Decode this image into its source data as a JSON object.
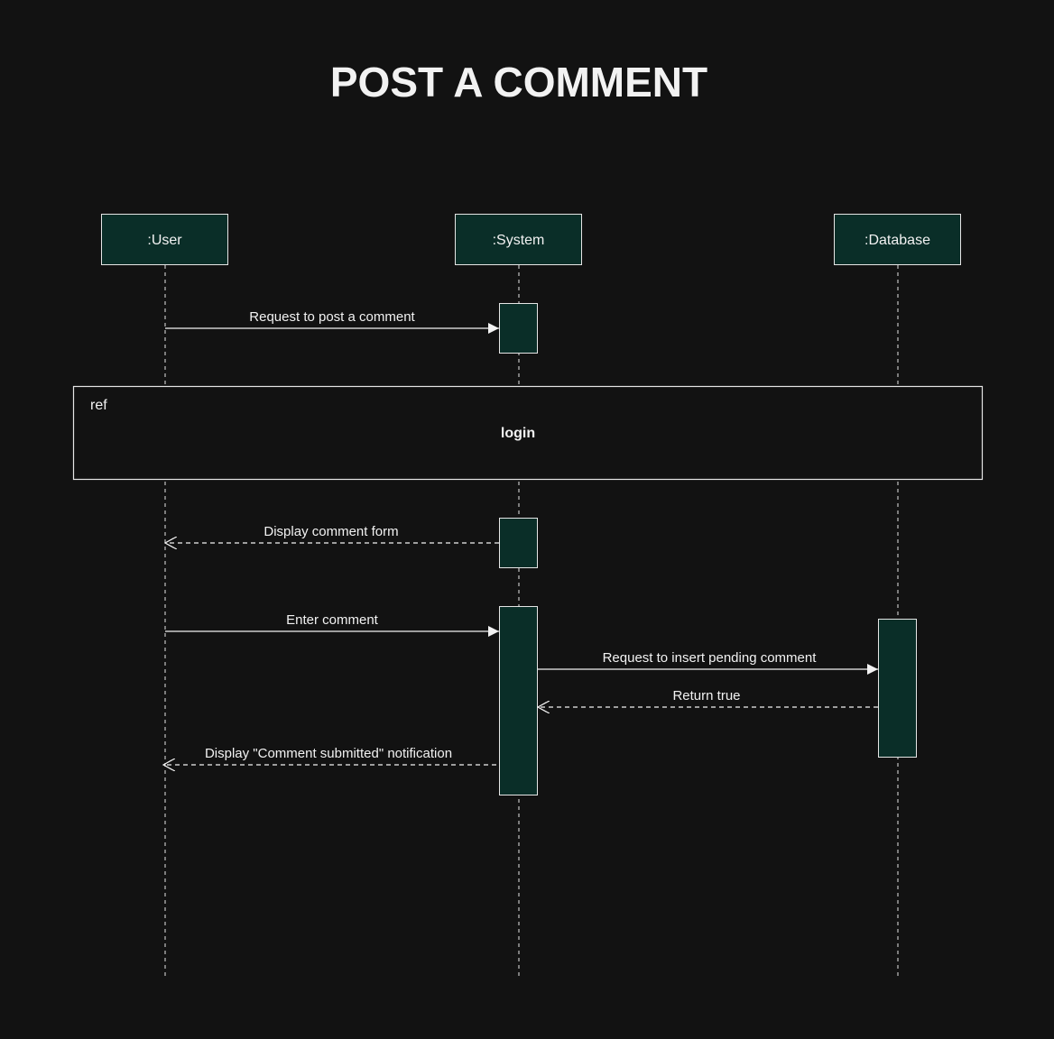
{
  "title": "POST A COMMENT",
  "colors": {
    "background": "#121212",
    "box_fill": "#0a2e28",
    "stroke": "#e6e6e6",
    "text": "#f2f2f2"
  },
  "participants": [
    {
      "id": "user",
      "label": ":User"
    },
    {
      "id": "system",
      "label": ":System"
    },
    {
      "id": "database",
      "label": ":Database"
    }
  ],
  "messages": [
    {
      "id": "m1",
      "label": "Request to post a comment",
      "from": "user",
      "to": "system",
      "kind": "sync"
    },
    {
      "id": "m2",
      "label": "Display comment form",
      "from": "system",
      "to": "user",
      "kind": "return"
    },
    {
      "id": "m3",
      "label": "Enter comment",
      "from": "user",
      "to": "system",
      "kind": "sync"
    },
    {
      "id": "m4",
      "label": "Request to insert pending comment",
      "from": "system",
      "to": "database",
      "kind": "sync"
    },
    {
      "id": "m5",
      "label": "Return true",
      "from": "database",
      "to": "system",
      "kind": "return"
    },
    {
      "id": "m6",
      "label": "Display \"Comment submitted\" notification",
      "from": "system",
      "to": "user",
      "kind": "return"
    }
  ],
  "ref_fragment": {
    "keyword": "ref",
    "name": "login"
  }
}
